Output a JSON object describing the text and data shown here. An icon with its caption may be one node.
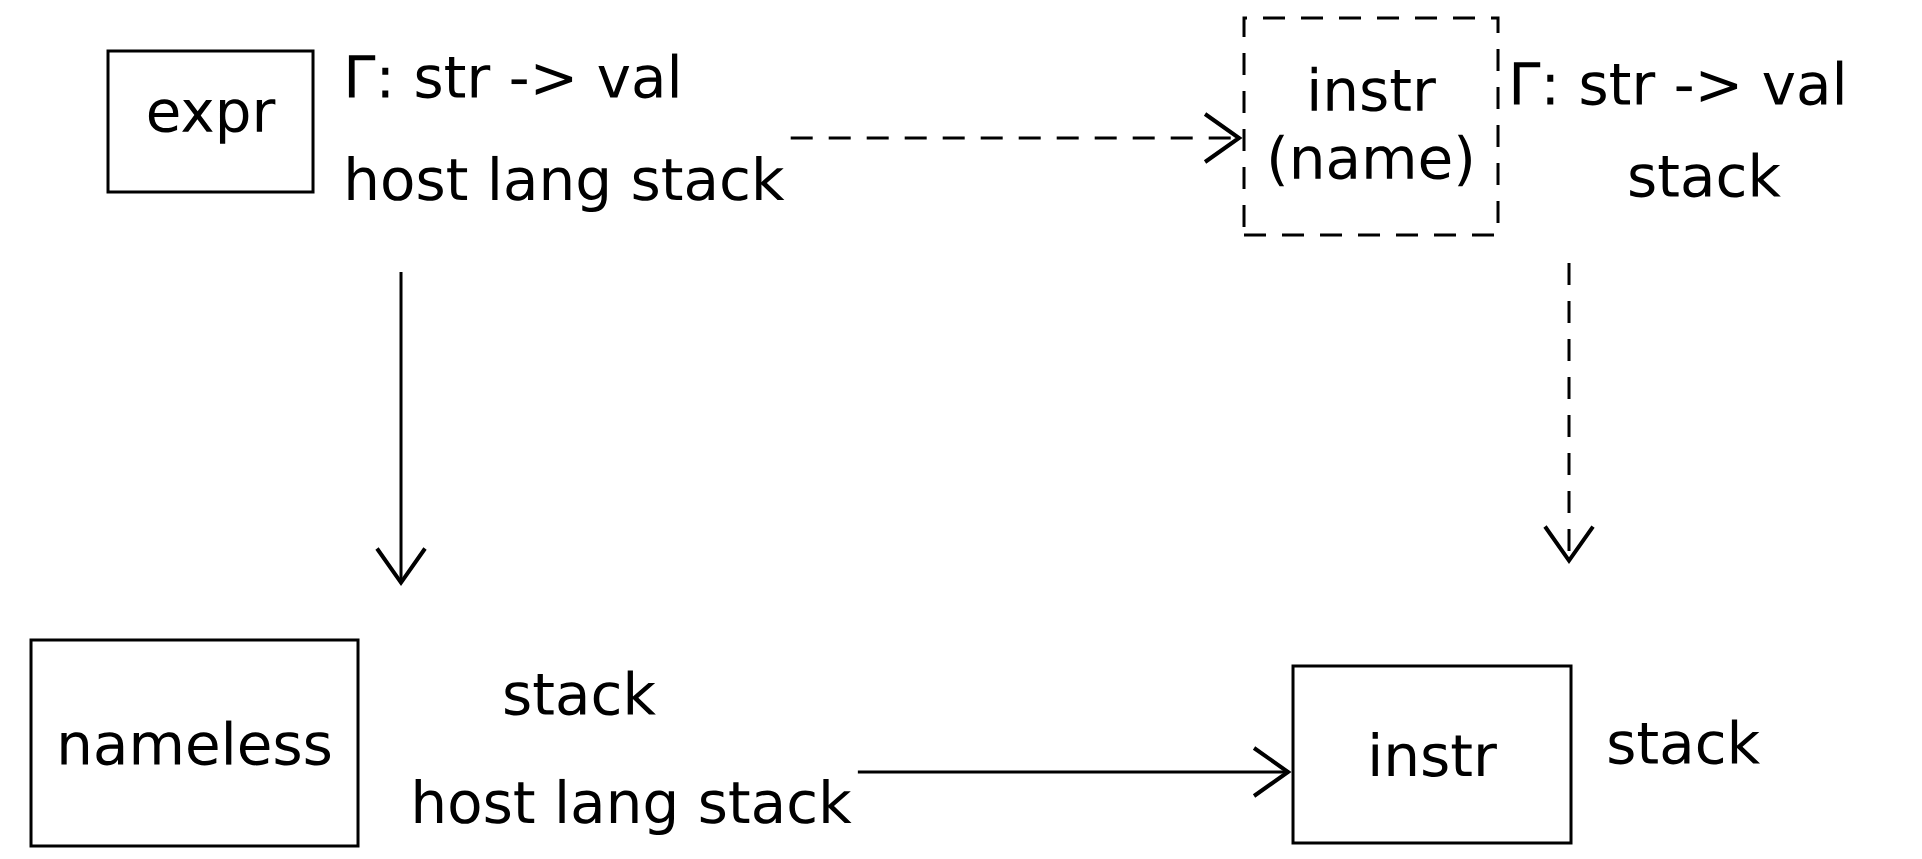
{
  "diagram": {
    "nodes": [
      {
        "text": [
          "expr"
        ],
        "beside": [
          "Γ: str -> val",
          "host lang stack"
        ]
      },
      {
        "text": [
          "instr (name)"
        ],
        "beside": [
          "Γ: str -> val",
          "stack"
        ]
      },
      {
        "text": [
          "nameless"
        ],
        "beside": [
          "stack",
          "host lang stack"
        ]
      },
      {
        "text": [
          "instr"
        ],
        "beside": [
          "stack"
        ]
      }
    ],
    "edges": [
      {
        "from": 0,
        "to": 1,
        "arrow": "to",
        "style": "dashed"
      },
      {
        "from": 0,
        "to": 2,
        "arrow": "to"
      },
      {
        "from": 1,
        "to": 3,
        "arrow": "to",
        "style": "dashed"
      },
      {
        "from": 2,
        "to": 3,
        "arrow": "to"
      }
    ]
  }
}
